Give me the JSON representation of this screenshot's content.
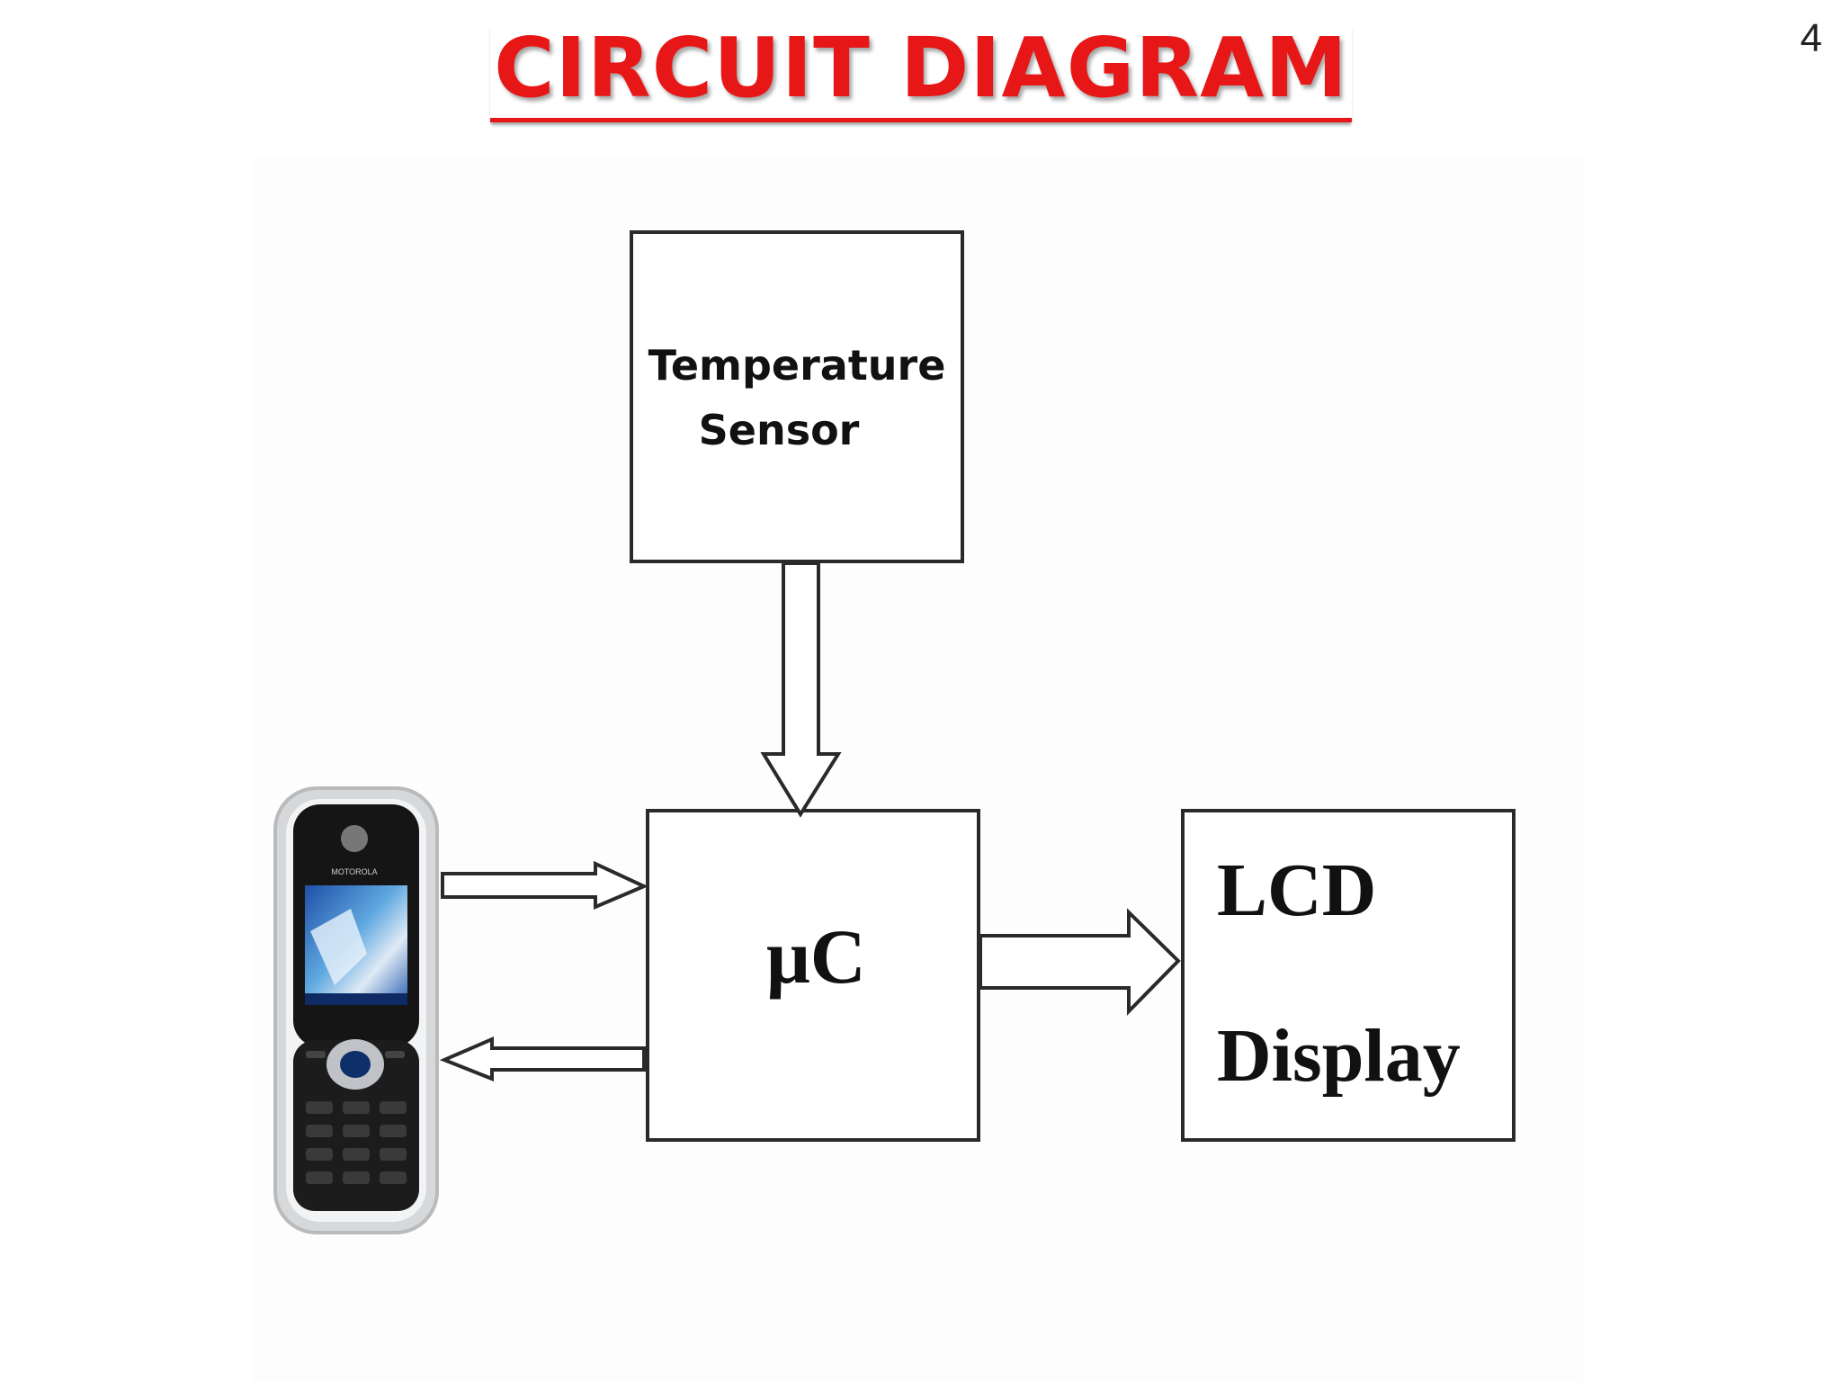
{
  "page": {
    "number": "4"
  },
  "title": "CIRCUIT DIAGRAM",
  "blocks": {
    "sensor": {
      "line1": "Temperature",
      "line2": "Sensor"
    },
    "mcu": {
      "label": "μC"
    },
    "lcd": {
      "line1": "LCD",
      "line2": "Display"
    }
  },
  "phone": {
    "brand": "MOTOROLA"
  },
  "colors": {
    "title": "#e81717",
    "stroke": "#2a2a2a"
  }
}
